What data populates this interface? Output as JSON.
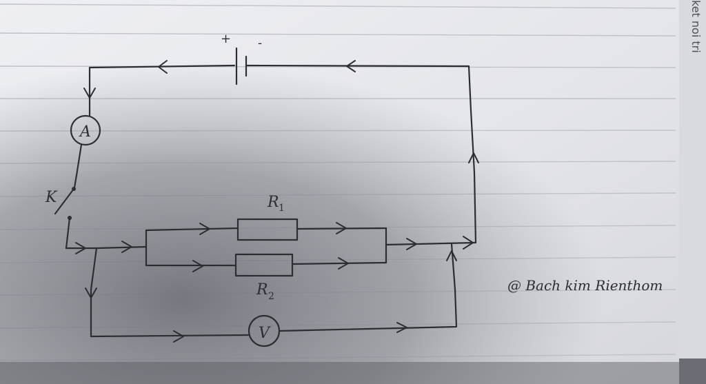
{
  "diagram": {
    "battery": {
      "plus_sign": "+",
      "minus_sign": "-"
    },
    "ammeter": {
      "label": "A"
    },
    "voltmeter": {
      "label": "V"
    },
    "switch": {
      "label": "K"
    },
    "resistor_1": {
      "label_main": "R",
      "label_sub": "1"
    },
    "resistor_2": {
      "label_main": "R",
      "label_sub": "2"
    },
    "signature": "@ Bach kim Rienthom",
    "corner_text": "ket noi tri"
  },
  "colors": {
    "paper_light": "#e9e9ee",
    "paper_shadow": "#7b7e84",
    "ruling": "#bfc2ca",
    "ink": "#2c2d33"
  }
}
